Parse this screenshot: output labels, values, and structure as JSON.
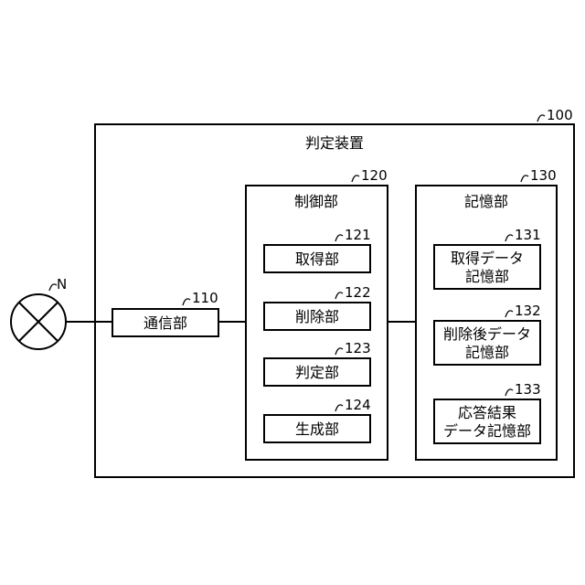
{
  "device": {
    "ref": "100",
    "title": "判定装置"
  },
  "network": {
    "label": "N"
  },
  "communication": {
    "ref": "110",
    "label": "通信部"
  },
  "control": {
    "ref": "120",
    "title": "制御部",
    "units": [
      {
        "ref": "121",
        "label": "取得部"
      },
      {
        "ref": "122",
        "label": "削除部"
      },
      {
        "ref": "123",
        "label": "判定部"
      },
      {
        "ref": "124",
        "label": "生成部"
      }
    ]
  },
  "storage": {
    "ref": "130",
    "title": "記憶部",
    "units": [
      {
        "ref": "131",
        "line1": "取得データ",
        "line2": "記憶部"
      },
      {
        "ref": "132",
        "line1": "削除後データ",
        "line2": "記憶部"
      },
      {
        "ref": "133",
        "line1": "応答結果",
        "line2": "データ記憶部"
      }
    ]
  }
}
